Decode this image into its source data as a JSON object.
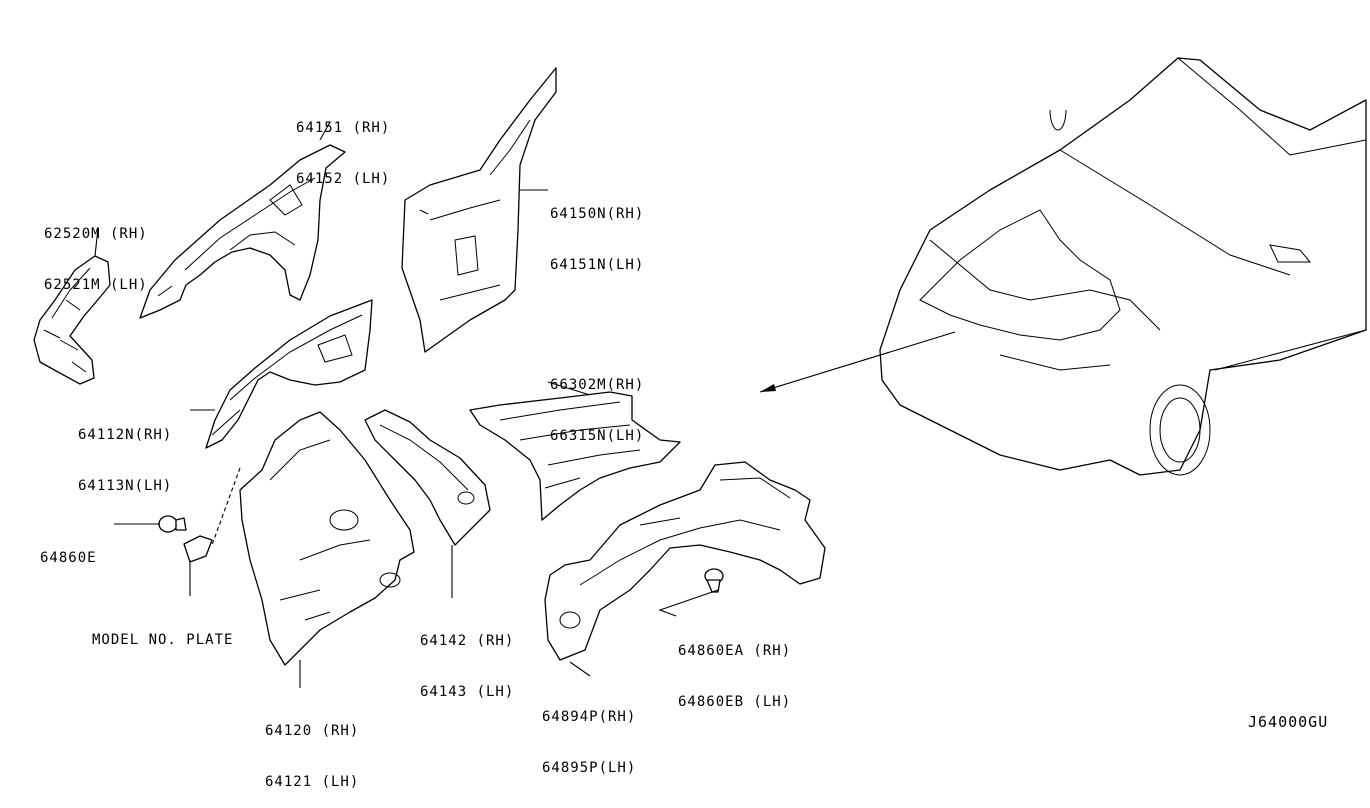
{
  "diagram": {
    "code": "J64000GU",
    "parts": [
      {
        "id": "p64151",
        "lines": [
          "64151 (RH)",
          "64152 (LH)"
        ]
      },
      {
        "id": "p62520",
        "lines": [
          "62520M (RH)",
          "62521M (LH)"
        ]
      },
      {
        "id": "p64150",
        "lines": [
          "64150N(RH)",
          "64151N(LH)"
        ]
      },
      {
        "id": "p66302",
        "lines": [
          "66302M(RH)",
          "66315N(LH)"
        ]
      },
      {
        "id": "p64112",
        "lines": [
          "64112N(RH)",
          "64113N(LH)"
        ]
      },
      {
        "id": "p64860e",
        "lines": [
          "64860E"
        ]
      },
      {
        "id": "pmodel",
        "lines": [
          "MODEL NO. PLATE"
        ]
      },
      {
        "id": "p64142",
        "lines": [
          "64142 (RH)",
          "64143 (LH)"
        ]
      },
      {
        "id": "p64860ea",
        "lines": [
          "64860EA (RH)",
          "64860EB (LH)"
        ]
      },
      {
        "id": "p64894",
        "lines": [
          "64894P(RH)",
          "64895P(LH)"
        ]
      },
      {
        "id": "p64120",
        "lines": [
          "64120 (RH)",
          "64121 (LH)"
        ]
      }
    ]
  }
}
